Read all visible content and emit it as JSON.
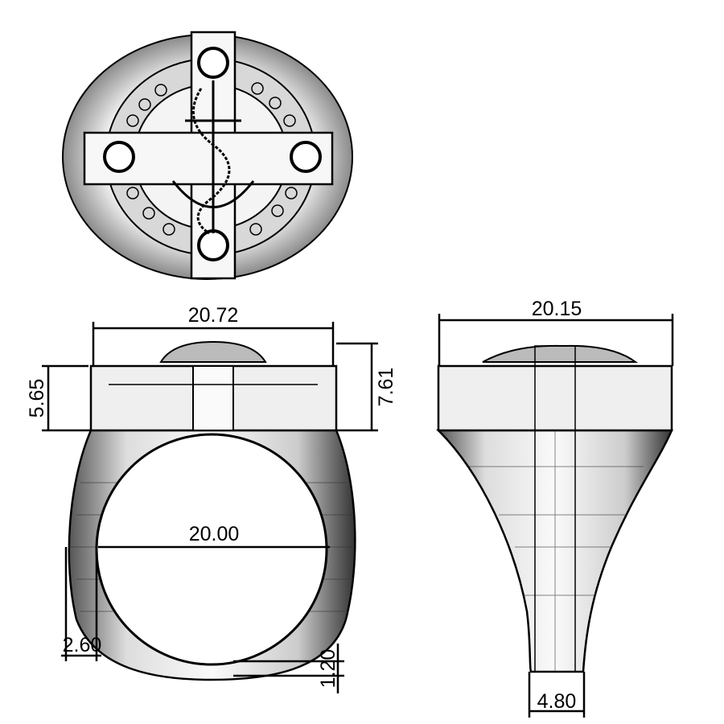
{
  "dimensions": {
    "front_width": "20.72",
    "front_band_height": "5.65",
    "front_total_height": "7.61",
    "inner_diameter": "20.00",
    "shank_thickness": "2.60",
    "bottom_thickness": "1.20",
    "side_width": "20.15",
    "bottom_width": "4.80"
  },
  "colors": {
    "line": "#000000",
    "metal_light": "#f2f2f2",
    "metal_dark": "#555555"
  }
}
